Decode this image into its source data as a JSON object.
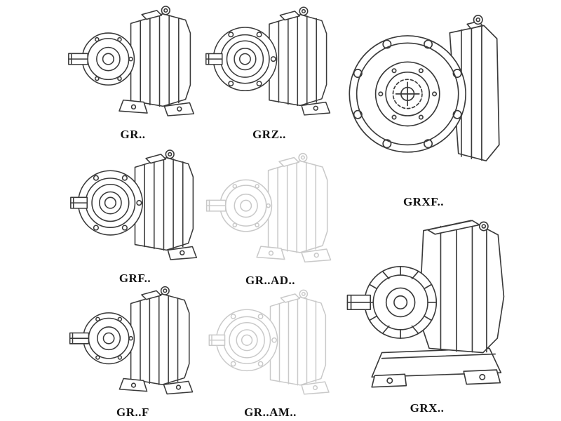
{
  "page": {
    "background": "#ffffff",
    "description": "Catalog sheet of GR series helical gear reducer line drawings"
  },
  "colors": {
    "ink": "#3a3a3a",
    "ghost": "#c9c9c9",
    "label": "#111111"
  },
  "figures": [
    {
      "label": "GR..",
      "drawing": "foot-mounted-helical-gear-unit-drawing",
      "ghost": false
    },
    {
      "label": "GRZ..",
      "drawing": "flange-ring-helical-gear-unit-drawing",
      "ghost": false
    },
    {
      "label": "GRXF..",
      "drawing": "large-flange-gear-unit-drawing",
      "ghost": false
    },
    {
      "label": "GRF..",
      "drawing": "flange-mounted-helical-gear-unit-drawing",
      "ghost": false
    },
    {
      "label": "GR..AD..",
      "drawing": "input-adapter-gear-unit-phantom-drawing",
      "ghost": true
    },
    {
      "label": "GR..F",
      "drawing": "foot-shaft-helical-gear-unit-drawing",
      "ghost": false
    },
    {
      "label": "GR..AM..",
      "drawing": "motor-adapter-gear-unit-phantom-drawing",
      "ghost": true
    },
    {
      "label": "GRX..",
      "drawing": "single-stage-foot-mounted-gear-unit-drawing",
      "ghost": false
    }
  ]
}
